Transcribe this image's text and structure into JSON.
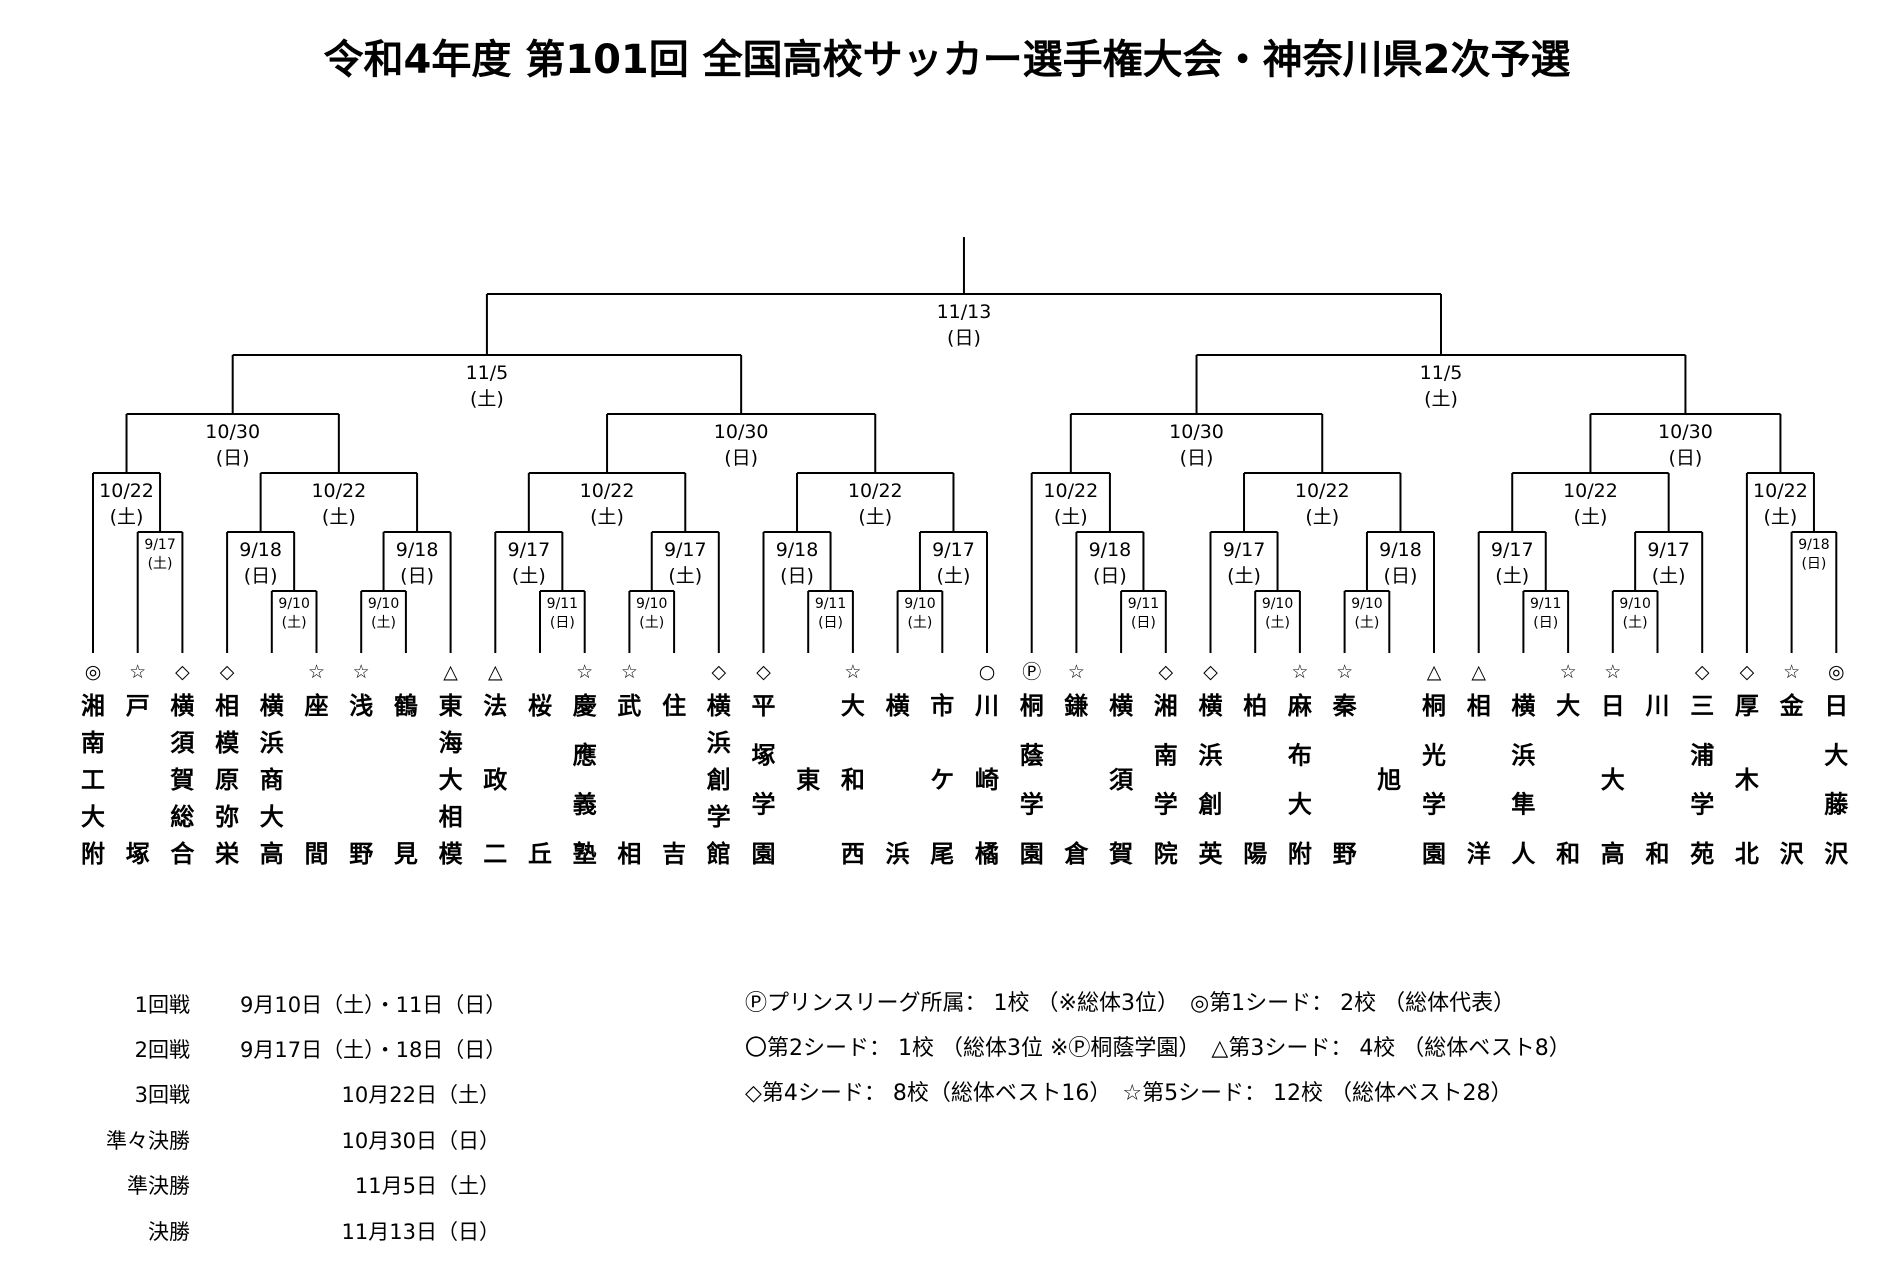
{
  "title": "令和4年度 第101回 全国高校サッカー選手権大会・神奈川県2次予選",
  "final_date": {
    "date": "11/13",
    "day": "(日)"
  },
  "semi_dates": [
    {
      "date": "11/5",
      "day": "(土)"
    },
    {
      "date": "11/5",
      "day": "(土)"
    }
  ],
  "qf_dates": [
    {
      "date": "10/30",
      "day": "(日)"
    },
    {
      "date": "10/30",
      "day": "(日)"
    },
    {
      "date": "10/30",
      "day": "(日)"
    },
    {
      "date": "10/30",
      "day": "(日)"
    }
  ],
  "r3_dates": [
    {
      "date": "10/22",
      "day": "(土)"
    },
    {
      "date": "10/22",
      "day": "(土)"
    },
    {
      "date": "10/22",
      "day": "(土)"
    },
    {
      "date": "10/22",
      "day": "(土)"
    },
    {
      "date": "10/22",
      "day": "(土)"
    },
    {
      "date": "10/22",
      "day": "(土)"
    },
    {
      "date": "10/22",
      "day": "(土)"
    },
    {
      "date": "10/22",
      "day": "(土)"
    }
  ],
  "r2_dates": [
    {
      "date": "9/17",
      "day": "(土)"
    },
    {
      "date": "9/18",
      "day": "(日)"
    },
    {
      "date": "9/18",
      "day": "(日)"
    },
    {
      "date": "9/17",
      "day": "(土)"
    },
    {
      "date": "9/17",
      "day": "(土)"
    },
    {
      "date": "9/18",
      "day": "(日)"
    },
    {
      "date": "9/17",
      "day": "(土)"
    },
    {
      "date": "9/18",
      "day": "(日)"
    },
    {
      "date": "9/17",
      "day": "(土)"
    },
    {
      "date": "9/18",
      "day": "(日)"
    },
    {
      "date": "9/17",
      "day": "(土)"
    },
    {
      "date": "9/17",
      "day": "(土)"
    },
    {
      "date": "9/18",
      "day": "(日)"
    }
  ],
  "r1_dates": [
    {
      "date": "9/10",
      "day": "(土)"
    },
    {
      "date": "9/10",
      "day": "(土)"
    },
    {
      "date": "9/11",
      "day": "(日)"
    },
    {
      "date": "9/10",
      "day": "(土)"
    },
    {
      "date": "9/11",
      "day": "(日)"
    },
    {
      "date": "9/10",
      "day": "(土)"
    },
    {
      "date": "9/11",
      "day": "(日)"
    },
    {
      "date": "9/10",
      "day": "(土)"
    },
    {
      "date": "9/10",
      "day": "(土)"
    },
    {
      "date": "9/11",
      "day": "(日)"
    },
    {
      "date": "9/10",
      "day": "(土)"
    }
  ],
  "schools": [
    {
      "mark": "◎",
      "name": "湘南工大附"
    },
    {
      "mark": "☆",
      "name": "戸塚"
    },
    {
      "mark": "◇",
      "name": "横須賀総合"
    },
    {
      "mark": "◇",
      "name": "相模原弥栄"
    },
    {
      "mark": "",
      "name": "横浜商大高"
    },
    {
      "mark": "☆",
      "name": "座間"
    },
    {
      "mark": "☆",
      "name": "浅野"
    },
    {
      "mark": "",
      "name": "鶴見"
    },
    {
      "mark": "△",
      "name": "東海大相模"
    },
    {
      "mark": "△",
      "name": "法政二"
    },
    {
      "mark": "",
      "name": "桜丘"
    },
    {
      "mark": "☆",
      "name": "慶應義塾"
    },
    {
      "mark": "☆",
      "name": "武相"
    },
    {
      "mark": "",
      "name": "住吉"
    },
    {
      "mark": "◇",
      "name": "横浜創学館"
    },
    {
      "mark": "◇",
      "name": "平塚学園"
    },
    {
      "mark": "",
      "name": "東"
    },
    {
      "mark": "☆",
      "name": "大和西"
    },
    {
      "mark": "",
      "name": "横浜"
    },
    {
      "mark": "",
      "name": "市ケ尾"
    },
    {
      "mark": "○",
      "name": "川崎橘"
    },
    {
      "mark": "Ⓟ",
      "name": "桐蔭学園"
    },
    {
      "mark": "☆",
      "name": "鎌倉"
    },
    {
      "mark": "",
      "name": "横須賀"
    },
    {
      "mark": "◇",
      "name": "湘南学院"
    },
    {
      "mark": "◇",
      "name": "横浜創英"
    },
    {
      "mark": "",
      "name": "柏陽"
    },
    {
      "mark": "☆",
      "name": "麻布大附"
    },
    {
      "mark": "☆",
      "name": "秦野"
    },
    {
      "mark": "",
      "name": "旭"
    },
    {
      "mark": "△",
      "name": "桐光学園"
    },
    {
      "mark": "△",
      "name": "相洋"
    },
    {
      "mark": "",
      "name": "横浜隼人"
    },
    {
      "mark": "☆",
      "name": "大和"
    },
    {
      "mark": "☆",
      "name": "日大高"
    },
    {
      "mark": "",
      "name": "川和"
    },
    {
      "mark": "◇",
      "name": "三浦学苑"
    },
    {
      "mark": "◇",
      "name": "厚木北"
    },
    {
      "mark": "☆",
      "name": "金沢"
    },
    {
      "mark": "◎",
      "name": "日大藤沢"
    }
  ],
  "schedule": [
    {
      "round": "1回戦",
      "date": "9月10日（土）・11日（日）"
    },
    {
      "round": "2回戦",
      "date": "9月17日（土）・18日（日）"
    },
    {
      "round": "3回戦",
      "date": "10月22日（土）"
    },
    {
      "round": "準々決勝",
      "date": "10月30日（日）"
    },
    {
      "round": "準決勝",
      "date": "11月5日（土）"
    },
    {
      "round": "決勝",
      "date": "11月13日（日）"
    }
  ],
  "legend": [
    "Ⓟプリンスリーグ所属： 1校 （※総体3位）　◎第1シード： 2校 （総体代表）",
    "〇第2シード： 1校 （総体3位 ※Ⓟ桐蔭学園）　△第3シード： 4校 （総体ベスト8）",
    "◇第4シード： 8校（総体ベスト16）　☆第5シード： 12校 （総体ベスト28）"
  ]
}
